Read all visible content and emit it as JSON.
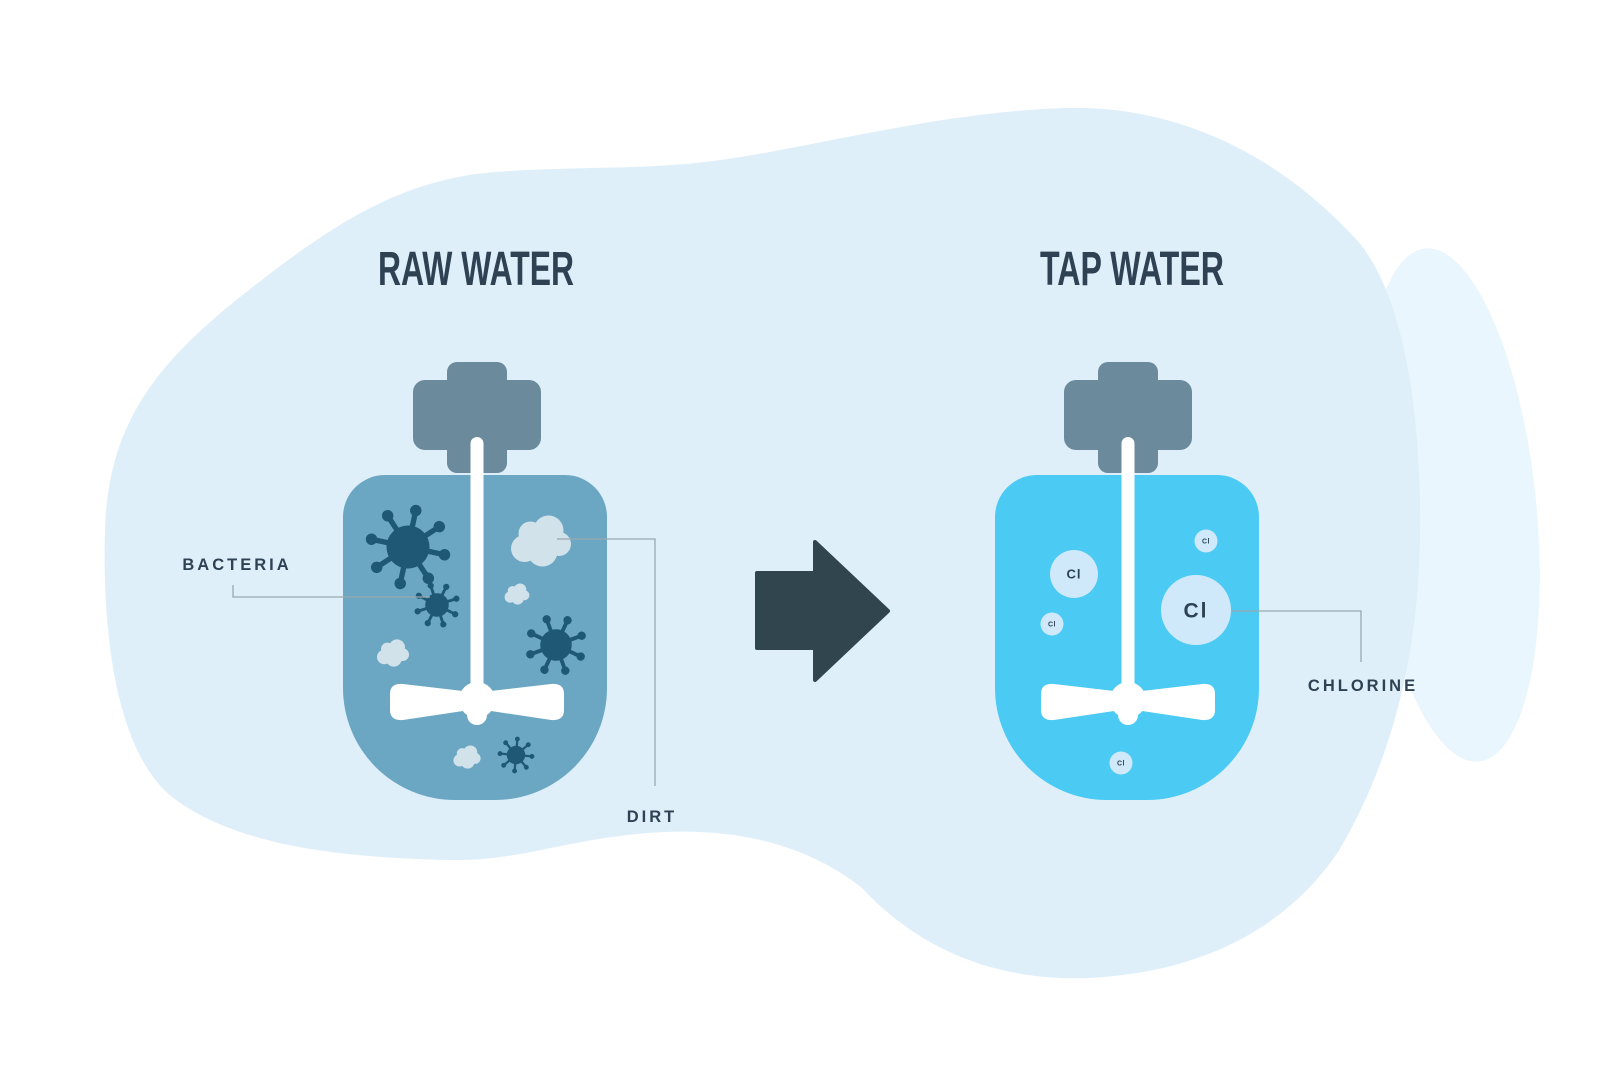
{
  "colors": {
    "page_bg": "#ffffff",
    "blob_main": "#deeffa",
    "blob_light": "#eaf6fd",
    "ink": "#2e4253",
    "arrow": "#31454f",
    "connector": "#9aa7b0",
    "raw_tank": "#6ba7c3",
    "tap_tank": "#4bcaf3",
    "motor": "#6b8a9b",
    "bacteria": "#1e5875",
    "dirt_cloud": "#d2e2eb",
    "chlorine_bubble": "#cfe9fb",
    "mixer": "#ffffff"
  },
  "raw_water": {
    "title": "RAW WATER",
    "labels": {
      "bacteria": "BACTERIA",
      "dirt": "DIRT"
    }
  },
  "tap_water": {
    "title": "TAP WATER",
    "labels": {
      "chlorine": "CHLORINE"
    },
    "bubbles": [
      {
        "label": "Cl"
      },
      {
        "label": "Cl"
      },
      {
        "label": "Cl"
      },
      {
        "label": "Cl"
      },
      {
        "label": "Cl"
      }
    ]
  }
}
